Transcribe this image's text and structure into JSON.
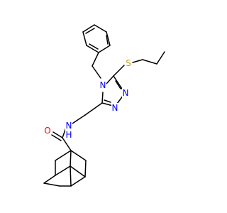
{
  "molecule": {
    "atom_labels": {
      "o_carbonyl": {
        "text": "O",
        "color": "#ff0000"
      },
      "n_amide": {
        "text": "N",
        "color": "#0000ff"
      },
      "h_amide": {
        "text": "H",
        "color": "#0000ff"
      },
      "n4": {
        "text": "N",
        "color": "#0000ff"
      },
      "n1": {
        "text": "N",
        "color": "#0000ff"
      },
      "n2": {
        "text": "N",
        "color": "#0000ff"
      },
      "s_thio": {
        "text": "S",
        "color": "#c8a000"
      }
    },
    "bond_color": "#000000"
  }
}
